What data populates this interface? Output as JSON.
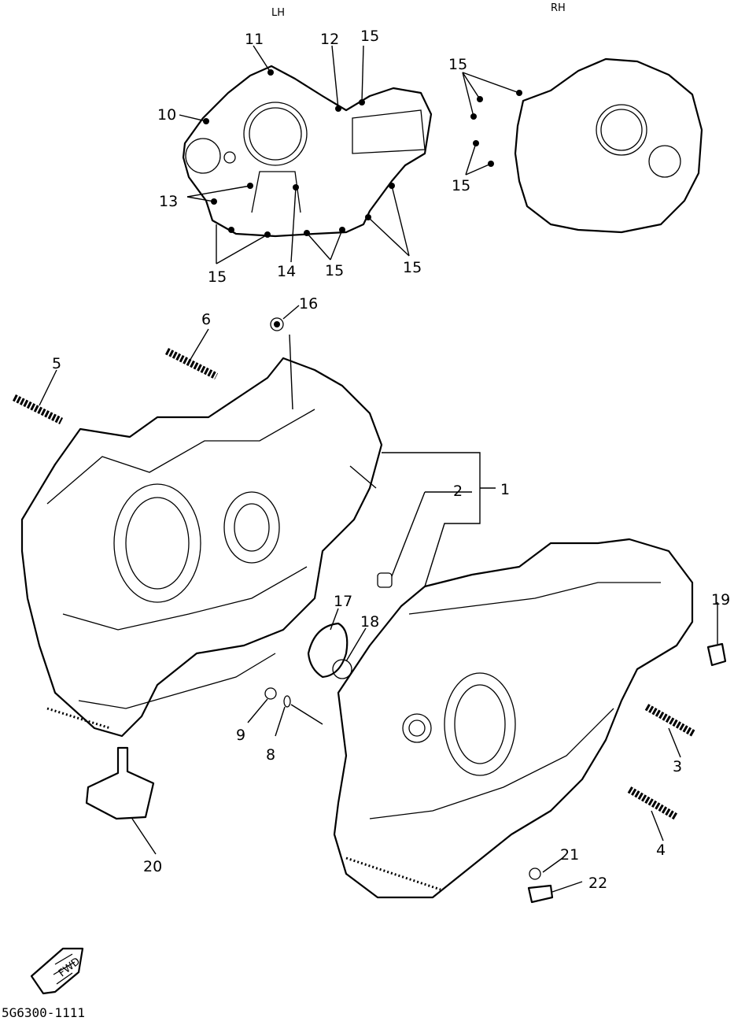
{
  "headers": {
    "left_half": "LH",
    "right_half": "RH"
  },
  "part_numbers": {
    "p1": "1",
    "p2": "2",
    "p3": "3",
    "p4": "4",
    "p5": "5",
    "p6": "6",
    "p8": "8",
    "p9": "9",
    "p10": "10",
    "p11": "11",
    "p12": "12",
    "p13": "13",
    "p14": "14",
    "p15": "15",
    "p16": "16",
    "p17": "17",
    "p18": "18",
    "p19": "19",
    "p20": "20",
    "p21": "21",
    "p22": "22"
  },
  "diagram_code": "5G6300-1111",
  "front_badge": "FWD",
  "icons": {
    "front_arrow": "front-direction-arrow-icon"
  }
}
